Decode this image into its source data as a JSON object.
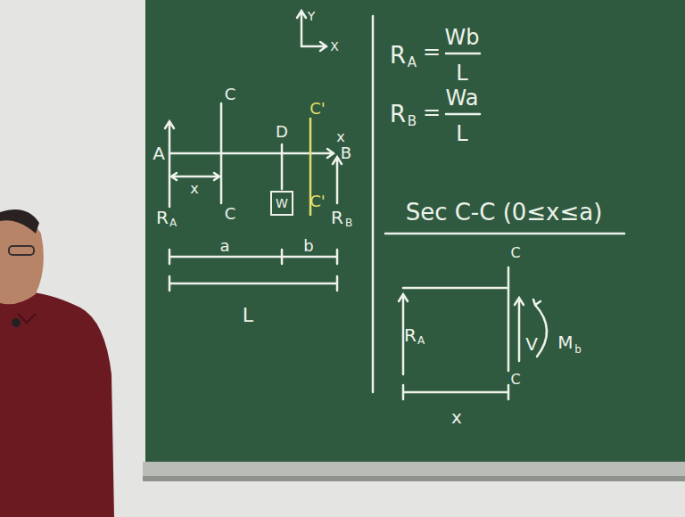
{
  "diagram": {
    "nodes": [
      {
        "text": [
          "W"
        ]
      }
    ],
    "labels": [
      "Y",
      "X",
      "A",
      "C",
      "D",
      "C'",
      "x",
      "B",
      "x",
      "R",
      "A",
      "C",
      "C'",
      "R",
      "B",
      "a",
      "b",
      "L",
      "R",
      "A",
      "=",
      "Wb",
      "L",
      "R",
      "B",
      "=",
      "Wa",
      "L",
      "Sec C-C (0≤x≤a)",
      "C",
      "R",
      "A",
      "V",
      "M",
      "b",
      "C",
      "x"
    ]
  }
}
